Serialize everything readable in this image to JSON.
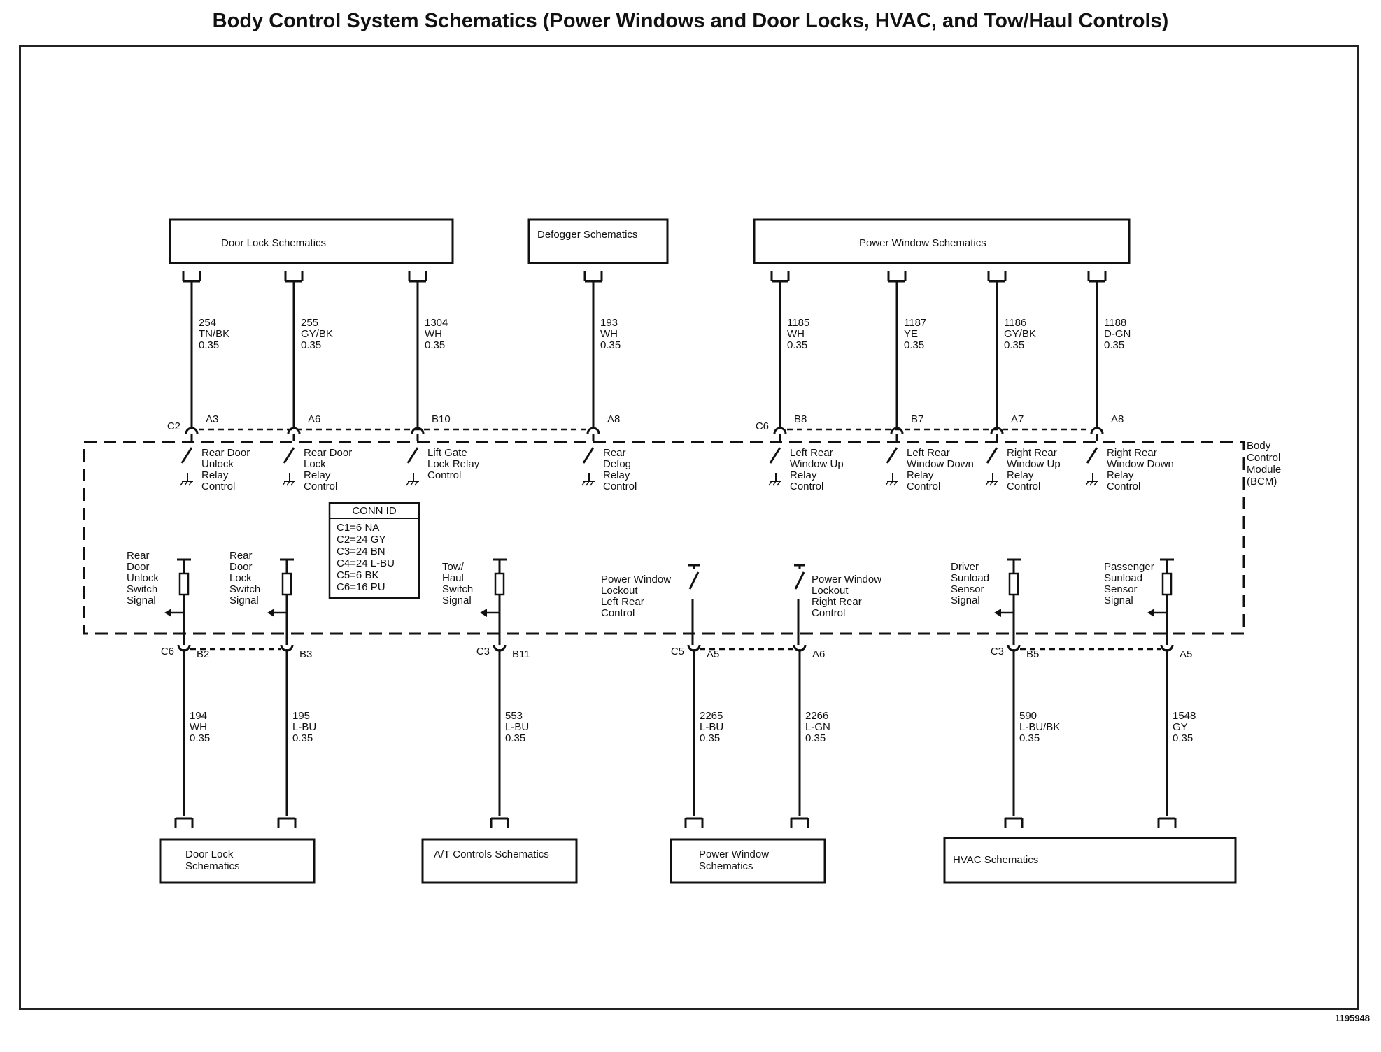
{
  "title": "Body Control System Schematics (Power Windows and Door Locks, HVAC, and Tow/Haul Controls)",
  "doc_id": "1195948",
  "bcm_label": [
    "Body",
    "Control",
    "Module",
    "(BCM)"
  ],
  "conn_id": {
    "header": "CONN ID",
    "rows": [
      "C1=6 NA",
      "C2=24 GY",
      "C3=24 BN",
      "C4=24 L-BU",
      "C5=6 BK",
      "C6=16 PU"
    ]
  },
  "top_boxes": [
    {
      "label": "Door Lock Schematics"
    },
    {
      "label": "Defogger Schematics"
    },
    {
      "label": "Power Window Schematics"
    }
  ],
  "top_circuits": [
    {
      "wire": [
        "254",
        "TN/BK",
        "0.35"
      ],
      "conn": "C2",
      "pin": "A3",
      "desc": [
        "Rear Door",
        "Unlock",
        "Relay",
        "Control"
      ]
    },
    {
      "wire": [
        "255",
        "GY/BK",
        "0.35"
      ],
      "conn": "",
      "pin": "A6",
      "desc": [
        "Rear Door",
        "Lock",
        "Relay",
        "Control"
      ]
    },
    {
      "wire": [
        "1304",
        "WH",
        "0.35"
      ],
      "conn": "",
      "pin": "B10",
      "desc": [
        "Lift Gate",
        "Lock Relay",
        "Control"
      ]
    },
    {
      "wire": [
        "193",
        "WH",
        "0.35"
      ],
      "conn": "",
      "pin": "A8",
      "desc": [
        "Rear",
        "Defog",
        "Relay",
        "Control"
      ]
    },
    {
      "wire": [
        "1185",
        "WH",
        "0.35"
      ],
      "conn": "C6",
      "pin": "B8",
      "desc": [
        "Left Rear",
        "Window Up",
        "Relay",
        "Control"
      ]
    },
    {
      "wire": [
        "1187",
        "YE",
        "0.35"
      ],
      "conn": "",
      "pin": "B7",
      "desc": [
        "Left Rear",
        "Window Down",
        "Relay",
        "Control"
      ]
    },
    {
      "wire": [
        "1186",
        "GY/BK",
        "0.35"
      ],
      "conn": "",
      "pin": "A7",
      "desc": [
        "Right Rear",
        "Window Up",
        "Relay",
        "Control"
      ]
    },
    {
      "wire": [
        "1188",
        "D-GN",
        "0.35"
      ],
      "conn": "",
      "pin": "A8",
      "desc": [
        "Right Rear",
        "Window Down",
        "Relay",
        "Control"
      ]
    }
  ],
  "bottom_circuits": [
    {
      "wire": [
        "194",
        "WH",
        "0.35"
      ],
      "conn": "C6",
      "pin": "B2",
      "desc": [
        "Rear",
        "Door",
        "Unlock",
        "Switch",
        "Signal"
      ],
      "kind": "resistor"
    },
    {
      "wire": [
        "195",
        "L-BU",
        "0.35"
      ],
      "conn": "",
      "pin": "B3",
      "desc": [
        "Rear",
        "Door",
        "Lock",
        "Switch",
        "Signal"
      ],
      "kind": "resistor"
    },
    {
      "wire": [
        "553",
        "L-BU",
        "0.35"
      ],
      "conn": "C3",
      "pin": "B11",
      "desc": [
        "Tow/",
        "Haul",
        "Switch",
        "Signal"
      ],
      "kind": "resistor"
    },
    {
      "wire": [
        "2265",
        "L-BU",
        "0.35"
      ],
      "conn": "C5",
      "pin": "A5",
      "desc": [
        "Power Window",
        "Lockout",
        "Left Rear",
        "Control"
      ],
      "kind": "switch"
    },
    {
      "wire": [
        "2266",
        "L-GN",
        "0.35"
      ],
      "conn": "",
      "pin": "A6",
      "desc": [
        "Power Window",
        "Lockout",
        "Right Rear",
        "Control"
      ],
      "kind": "switch"
    },
    {
      "wire": [
        "590",
        "L-BU/BK",
        "0.35"
      ],
      "conn": "C3",
      "pin": "B5",
      "desc": [
        "Driver",
        "Sunload",
        "Sensor",
        "Signal"
      ],
      "kind": "resistor"
    },
    {
      "wire": [
        "1548",
        "GY",
        "0.35"
      ],
      "conn": "",
      "pin": "A5",
      "desc": [
        "Passenger",
        "Sunload",
        "Sensor",
        "Signal"
      ],
      "kind": "resistor"
    }
  ],
  "bottom_boxes": [
    {
      "label": [
        "Door Lock",
        "Schematics"
      ]
    },
    {
      "label": [
        "A/T Controls Schematics"
      ]
    },
    {
      "label": [
        "Power Window",
        "Schematics"
      ]
    },
    {
      "label": [
        "HVAC Schematics"
      ]
    }
  ]
}
